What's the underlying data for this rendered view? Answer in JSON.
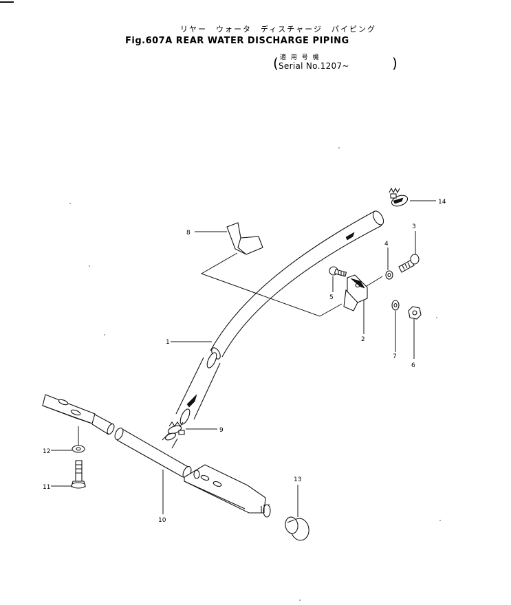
{
  "header": {
    "title_jp": "リヤー　ウォータ　ディスチャージ　パイピング",
    "title": "Fig.607A REAR WATER DISCHARGE PIPING",
    "serial_jp": "適 用 号 機",
    "serial": "Serial No.1207~",
    "paren_open": "(",
    "paren_close": ")"
  },
  "callouts": {
    "c1": "1",
    "c2": "2",
    "c3": "3",
    "c4": "4",
    "c5": "5",
    "c6": "6",
    "c7": "7",
    "c8": "8",
    "c9": "9",
    "c10": "10",
    "c11": "11",
    "c12": "12",
    "c13": "13",
    "c14": "14"
  },
  "colors": {
    "ink": "#111111",
    "paper": "#ffffff"
  }
}
